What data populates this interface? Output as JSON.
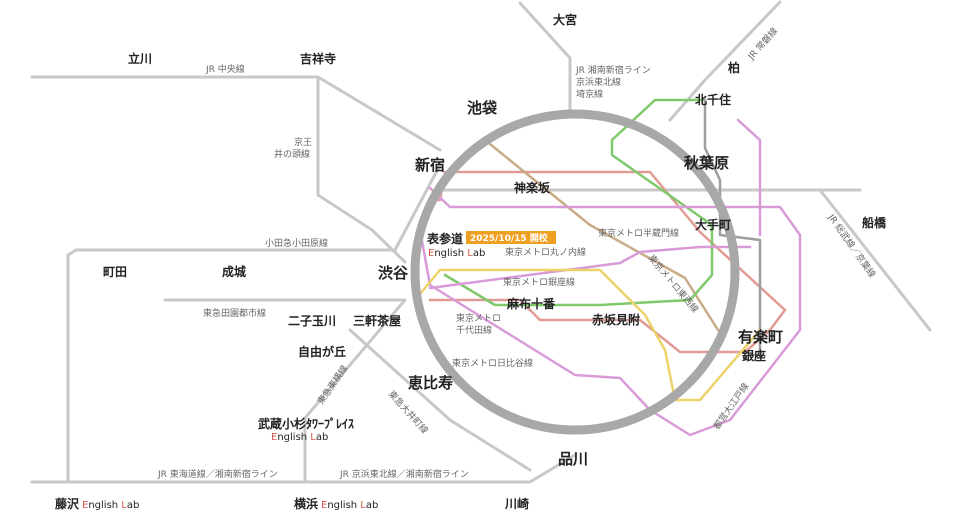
{
  "colors": {
    "gray": "#c8c8c8",
    "loop": "#9e9e9e",
    "red": "#e29a94",
    "brown": "#c9ab86",
    "green": "#7fc86b",
    "purple": "#d99ad9",
    "yellow": "#ecd26b",
    "gray_dark": "#9e9e9e",
    "badge": "#f0a020",
    "accent_e": "#d9534f"
  },
  "stations": {
    "omiya": "大宮",
    "tachikawa": "立川",
    "kichijoji": "吉祥寺",
    "kashiwa": "柏",
    "ikebukuro": "池袋",
    "kitasenju": "北千住",
    "shinjuku": "新宿",
    "akihabara": "秋葉原",
    "kagurazaka": "神楽坂",
    "funabashi": "船橋",
    "otemachi": "大手町",
    "omotesando": "表参道",
    "machida": "町田",
    "seijo": "成城",
    "shibuya": "渋谷",
    "azabujuban": "麻布十番",
    "futakotamagawa": "二子玉川",
    "sangenjaya": "三軒茶屋",
    "akasakamitsuke": "赤坂見附",
    "yurakucho": "有楽町",
    "jiyugaoka": "自由が丘",
    "ginza": "銀座",
    "ebisu": "恵比寿",
    "musashikosugi": "武蔵小杉ﾀﾜｰﾌﾟﾚｲｽ",
    "shinagawa": "品川",
    "fujisawa": "藤沢",
    "yokohama": "横浜",
    "kawasaki": "川崎"
  },
  "lines": {
    "jr_chuo": "JR 中央線",
    "jr_shonan_line1": "JR 湘南新宿ライン",
    "jr_shonan_line2": "京浜東北線",
    "jr_shonan_line3": "埼京線",
    "jr_joban": "JR 常磐線",
    "keio1": "京王",
    "keio2": "井の頭線",
    "odakyu": "小田急小田原線",
    "metro_hanzomon": "東京メトロ半蔵門線",
    "metro_marunouchi": "東京メトロ丸ノ内線",
    "metro_tozai": "東京メトロ東西線",
    "metro_ginza": "東京メトロ銀座線",
    "jr_sobu": "JR 総武線／京葉線",
    "tokyu_denentoshi": "東急田園都市線",
    "metro_chiyoda1": "東京メトロ",
    "metro_chiyoda2": "千代田線",
    "metro_hibiya": "東京メトロ日比谷線",
    "toei_oedo": "都営大江戸線",
    "tokyu_toyoko": "東急東横線",
    "tokyu_oimachi": "東急大井町線",
    "jr_tokaido": "JR 東海道線／湘南新宿ライン",
    "jr_keihin": "JR 京浜東北線／湘南新宿ライン"
  },
  "school": {
    "badge": "2025/10/15 開校",
    "e": "E",
    "nglish": "nglish ",
    "l": "L",
    "ab": "ab"
  }
}
